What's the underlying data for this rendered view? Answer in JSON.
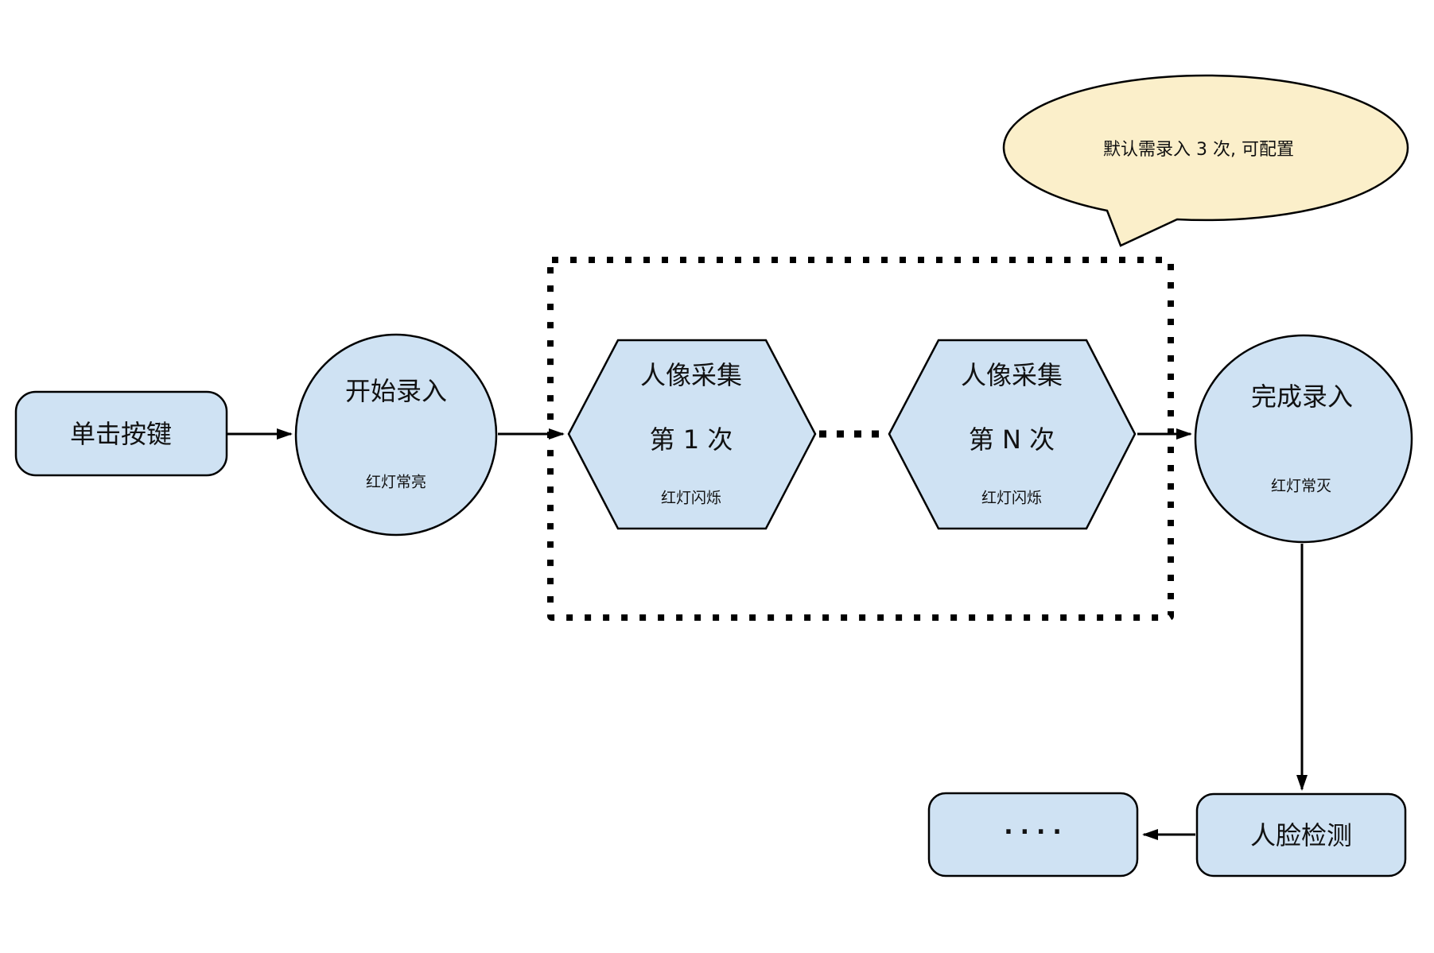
{
  "canvas": {
    "background": "#ffffff"
  },
  "colors": {
    "node_fill": "#cfe2f3",
    "node_stroke": "#000000",
    "callout_fill": "#fbefca",
    "connector": "#000000"
  },
  "callout": {
    "text": "默认需录入 3 次, 可配置"
  },
  "nodes": {
    "click_button": {
      "label": "单击按键"
    },
    "start_enroll": {
      "title": "开始录入",
      "subtitle": "红灯常亮"
    },
    "capture_first": {
      "line1": "人像采集",
      "line2": "第 1 次",
      "line3": "红灯闪烁"
    },
    "capture_nth": {
      "line1": "人像采集",
      "line2": "第 N 次",
      "line3": "红灯闪烁"
    },
    "finish_enroll": {
      "title": "完成录入",
      "subtitle": "红灯常灭"
    },
    "face_detection": {
      "label": "人脸检测"
    },
    "continuation": {
      "label": "...."
    }
  }
}
